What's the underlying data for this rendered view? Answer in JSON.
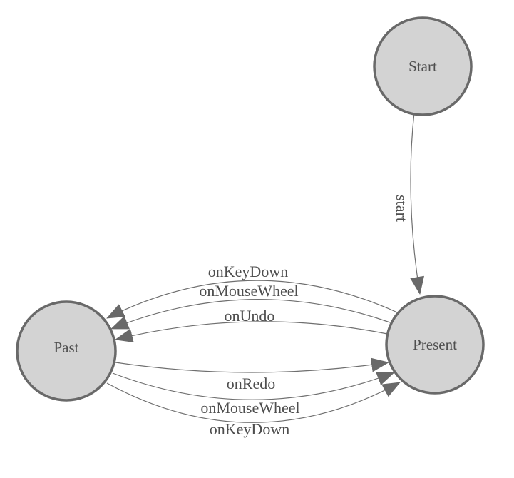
{
  "diagram": {
    "kind": "state-machine",
    "nodes": [
      {
        "id": "start",
        "label": "Start"
      },
      {
        "id": "past",
        "label": "Past"
      },
      {
        "id": "present",
        "label": "Present"
      }
    ],
    "edges": [
      {
        "from": "Start",
        "to": "Present",
        "label": "start"
      },
      {
        "from": "Present",
        "to": "Past",
        "label": "onKeyDown"
      },
      {
        "from": "Present",
        "to": "Past",
        "label": "onMouseWheel"
      },
      {
        "from": "Present",
        "to": "Past",
        "label": "onUndo"
      },
      {
        "from": "Past",
        "to": "Present",
        "label": "onRedo"
      },
      {
        "from": "Past",
        "to": "Present",
        "label": "onMouseWheel"
      },
      {
        "from": "Past",
        "to": "Present",
        "label": "onKeyDown"
      }
    ],
    "colors": {
      "node_fill": "#d3d3d3",
      "node_stroke": "#696969",
      "edge_stroke": "#6f6f6f",
      "arrow_fill": "#696969",
      "label_text": "#4e4e4e",
      "background": "#ffffff"
    }
  }
}
